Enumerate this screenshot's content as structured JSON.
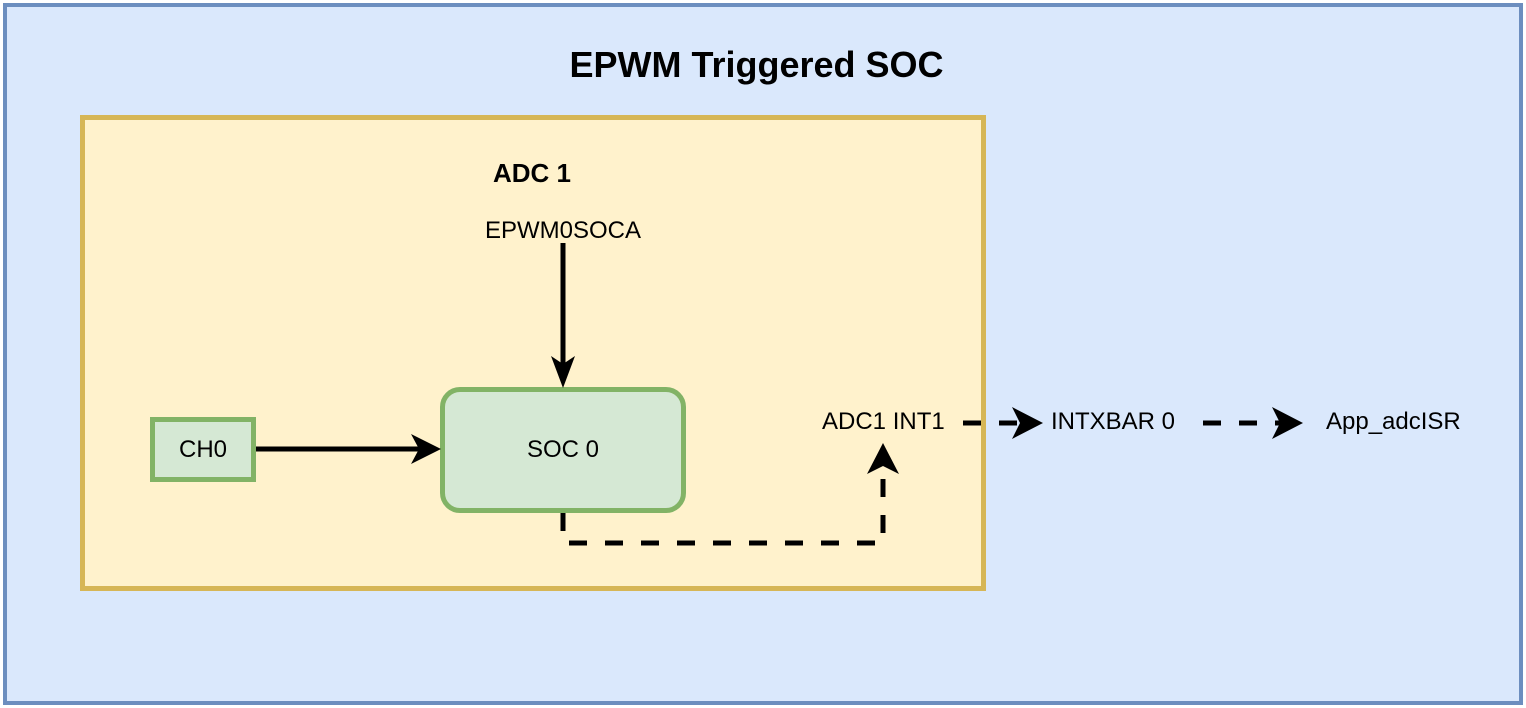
{
  "title": "EPWM Triggered SOC",
  "adc_block": {
    "title": "ADC 1",
    "trigger_label": "EPWM0SOCA",
    "channel_label": "CH0",
    "soc_label": "SOC 0",
    "interrupt_label": "ADC1 INT1"
  },
  "intxbar_label": "INTXBAR 0",
  "isr_label": "App_adcISR",
  "colors": {
    "background_fill": "#dae8fc",
    "background_stroke": "#6c8ebf",
    "adc_fill": "#fff2cc",
    "adc_stroke": "#d6b656",
    "node_fill": "#d5e8d4",
    "node_stroke": "#82b366"
  }
}
